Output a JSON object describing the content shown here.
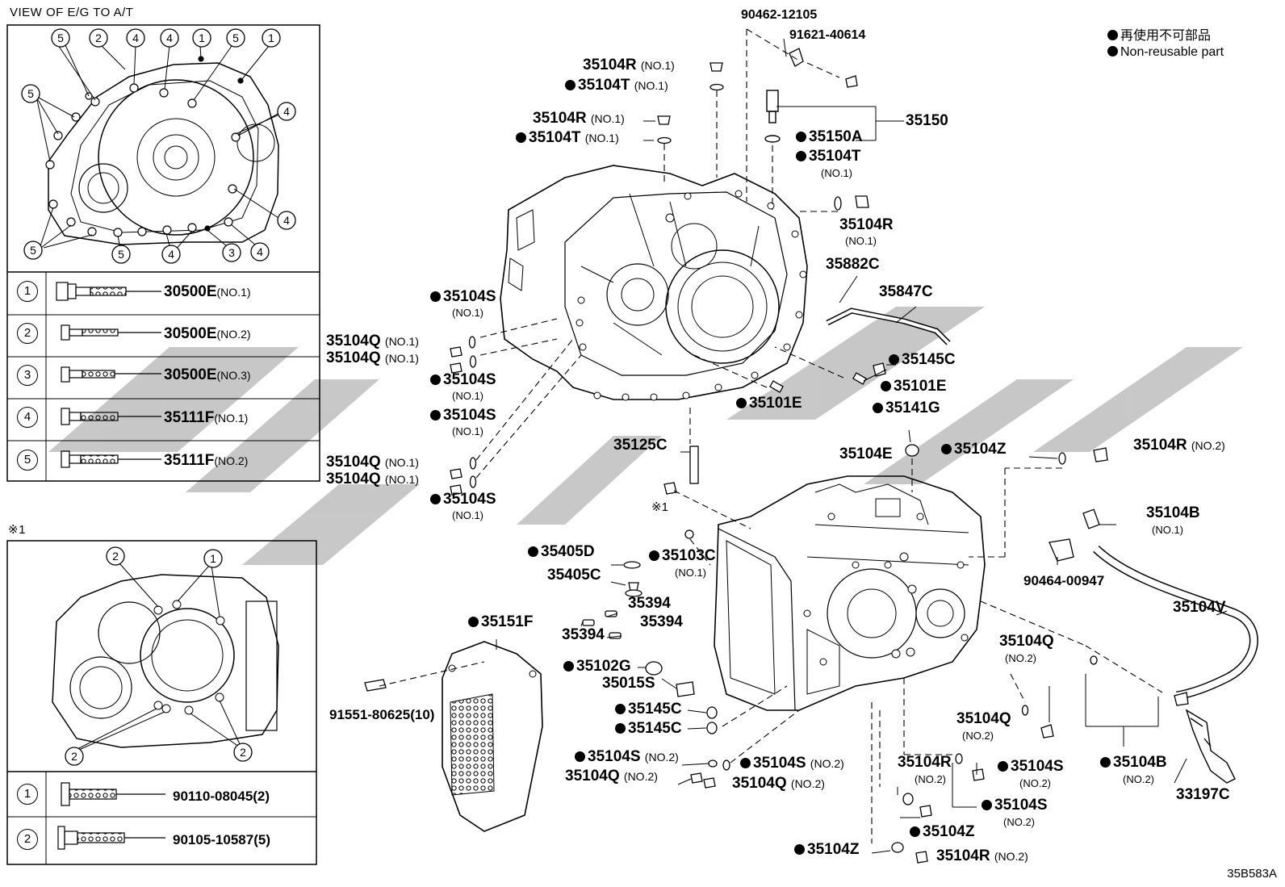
{
  "panels": {
    "top_left": {
      "title": "VIEW OF E/G TO A/T",
      "bolt_table": [
        {
          "num": "1",
          "part": "30500E",
          "qual": "(NO.1)"
        },
        {
          "num": "2",
          "part": "30500E",
          "qual": "(NO.2)"
        },
        {
          "num": "3",
          "part": "30500E",
          "qual": "(NO.3)"
        },
        {
          "num": "4",
          "part": "35111F",
          "qual": "(NO.1)"
        },
        {
          "num": "5",
          "part": "35111F",
          "qual": "(NO.2)"
        }
      ]
    },
    "bottom_left": {
      "title": "※1",
      "bolt_table": [
        {
          "num": "1",
          "part": "90110-08045(2)"
        },
        {
          "num": "2",
          "part": "90105-10587(5)"
        }
      ]
    }
  },
  "legend": {
    "jp": "再使用不可部品",
    "en": "Non-reusable part"
  },
  "diagram_code": "35B583A",
  "callouts": {
    "p90462": "90462-12105",
    "p91621": "91621-40614",
    "p35104R_a": "35104R",
    "p35104R_a_q": "(NO.1)",
    "p35104T_a": "35104T",
    "p35104T_a_q": "(NO.1)",
    "p35104R_b": "35104R",
    "p35104R_b_q": "(NO.1)",
    "p35104T_b": "35104T",
    "p35104T_b_q": "(NO.1)",
    "p35150": "35150",
    "p35150A": "35150A",
    "p35104T_c": "35104T",
    "p35104T_c_q": "(NO.1)",
    "p35104R_c": "35104R",
    "p35104R_c_q": "(NO.1)",
    "p35882C": "35882C",
    "p35847C": "35847C",
    "p35104S_a": "35104S",
    "p35104S_a_q": "(NO.1)",
    "p35104Q_a": "35104Q",
    "p35104Q_a_q": "(NO.1)",
    "p35104Q_b": "35104Q",
    "p35104Q_b_q": "(NO.1)",
    "p35104S_b": "35104S",
    "p35104S_b_q": "(NO.1)",
    "p35104S_c": "35104S",
    "p35104S_c_q": "(NO.1)",
    "p35104Q_c": "35104Q",
    "p35104Q_c_q": "(NO.1)",
    "p35104Q_d": "35104Q",
    "p35104Q_d_q": "(NO.1)",
    "p35104S_d": "35104S",
    "p35104S_d_q": "(NO.1)",
    "p35145C_a": "35145C",
    "p35101E_a": "35101E",
    "p35101E_b": "35101E",
    "p35141G": "35141G",
    "p35125C": "35125C",
    "p35104E": "35104E",
    "p35104Z_a": "35104Z",
    "p35104R_d": "35104R",
    "p35104R_d_q": "(NO.2)",
    "p35104B_a": "35104B",
    "p35104B_a_q": "(NO.1)",
    "p90464": "90464-00947",
    "mark1": "※1",
    "p35405D": "35405D",
    "p35103C": "35103C",
    "p35103C_q": "(NO.1)",
    "p35405C": "35405C",
    "p35394_a": "35394",
    "p35394_b": "35394",
    "p35394_c": "35394",
    "p35151F": "35151F",
    "p35102G": "35102G",
    "p35015S": "35015S",
    "p35145C_b": "35145C",
    "p35145C_c": "35145C",
    "p91551": "91551-80625(10)",
    "p35104V": "35104V",
    "p35104Q_e": "35104Q",
    "p35104Q_e_q": "(NO.2)",
    "p35104Q_f": "35104Q",
    "p35104Q_f_q": "(NO.2)",
    "p35104S_e": "35104S",
    "p35104S_e_q": "(NO.2)",
    "p35104S_f": "35104S",
    "p35104S_f_q": "(NO.2)",
    "p35104Q_g": "35104Q",
    "p35104Q_g_q": "(NO.2)",
    "p35104Q_h": "35104Q",
    "p35104Q_h_q": "(NO.2)",
    "p35104R_e": "35104R",
    "p35104R_e_q": "(NO.2)",
    "p35104S_g": "35104S",
    "p35104S_g_q": "(NO.2)",
    "p35104S_h": "35104S",
    "p35104S_h_q": "(NO.2)",
    "p35104B_b": "35104B",
    "p35104B_b_q": "(NO.2)",
    "p33197C": "33197C",
    "p35104Z_b": "35104Z",
    "p35104Z_c": "35104Z",
    "p35104R_f": "35104R",
    "p35104R_f_q": "(NO.2)"
  }
}
